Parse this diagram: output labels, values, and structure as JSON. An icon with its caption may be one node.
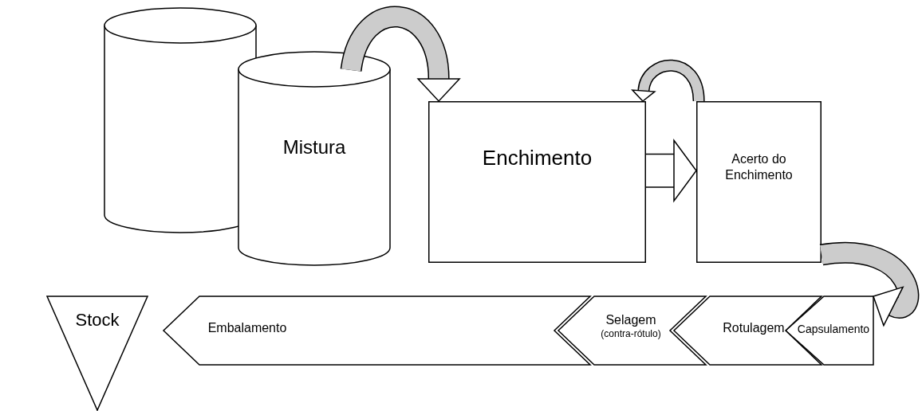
{
  "diagram": {
    "nodes": [
      {
        "text": [],
        "shape": "cylinder"
      },
      {
        "text": [
          "Mistura"
        ]
      },
      {
        "text": [
          "Enchimento"
        ]
      },
      {
        "text": [
          "Acerto do Enchimento"
        ]
      },
      {
        "text": [
          "Capsulamento"
        ]
      },
      {
        "text": [
          "Rotulagem"
        ]
      },
      {
        "text": [
          "Selagem",
          "(contra-rótulo)"
        ]
      },
      {
        "text": [
          "Embalamento"
        ]
      },
      {
        "text": [
          "Stock"
        ]
      }
    ],
    "edges": [
      {
        "from": 1,
        "to": 2,
        "arrow": "to"
      },
      {
        "from": 2,
        "to": 3,
        "arrow": "to",
        "color": "#ffffff"
      },
      {
        "from": 3,
        "to": 4,
        "arrow": "to"
      },
      {
        "from": 3,
        "to": 2,
        "arrow": "to"
      }
    ]
  }
}
